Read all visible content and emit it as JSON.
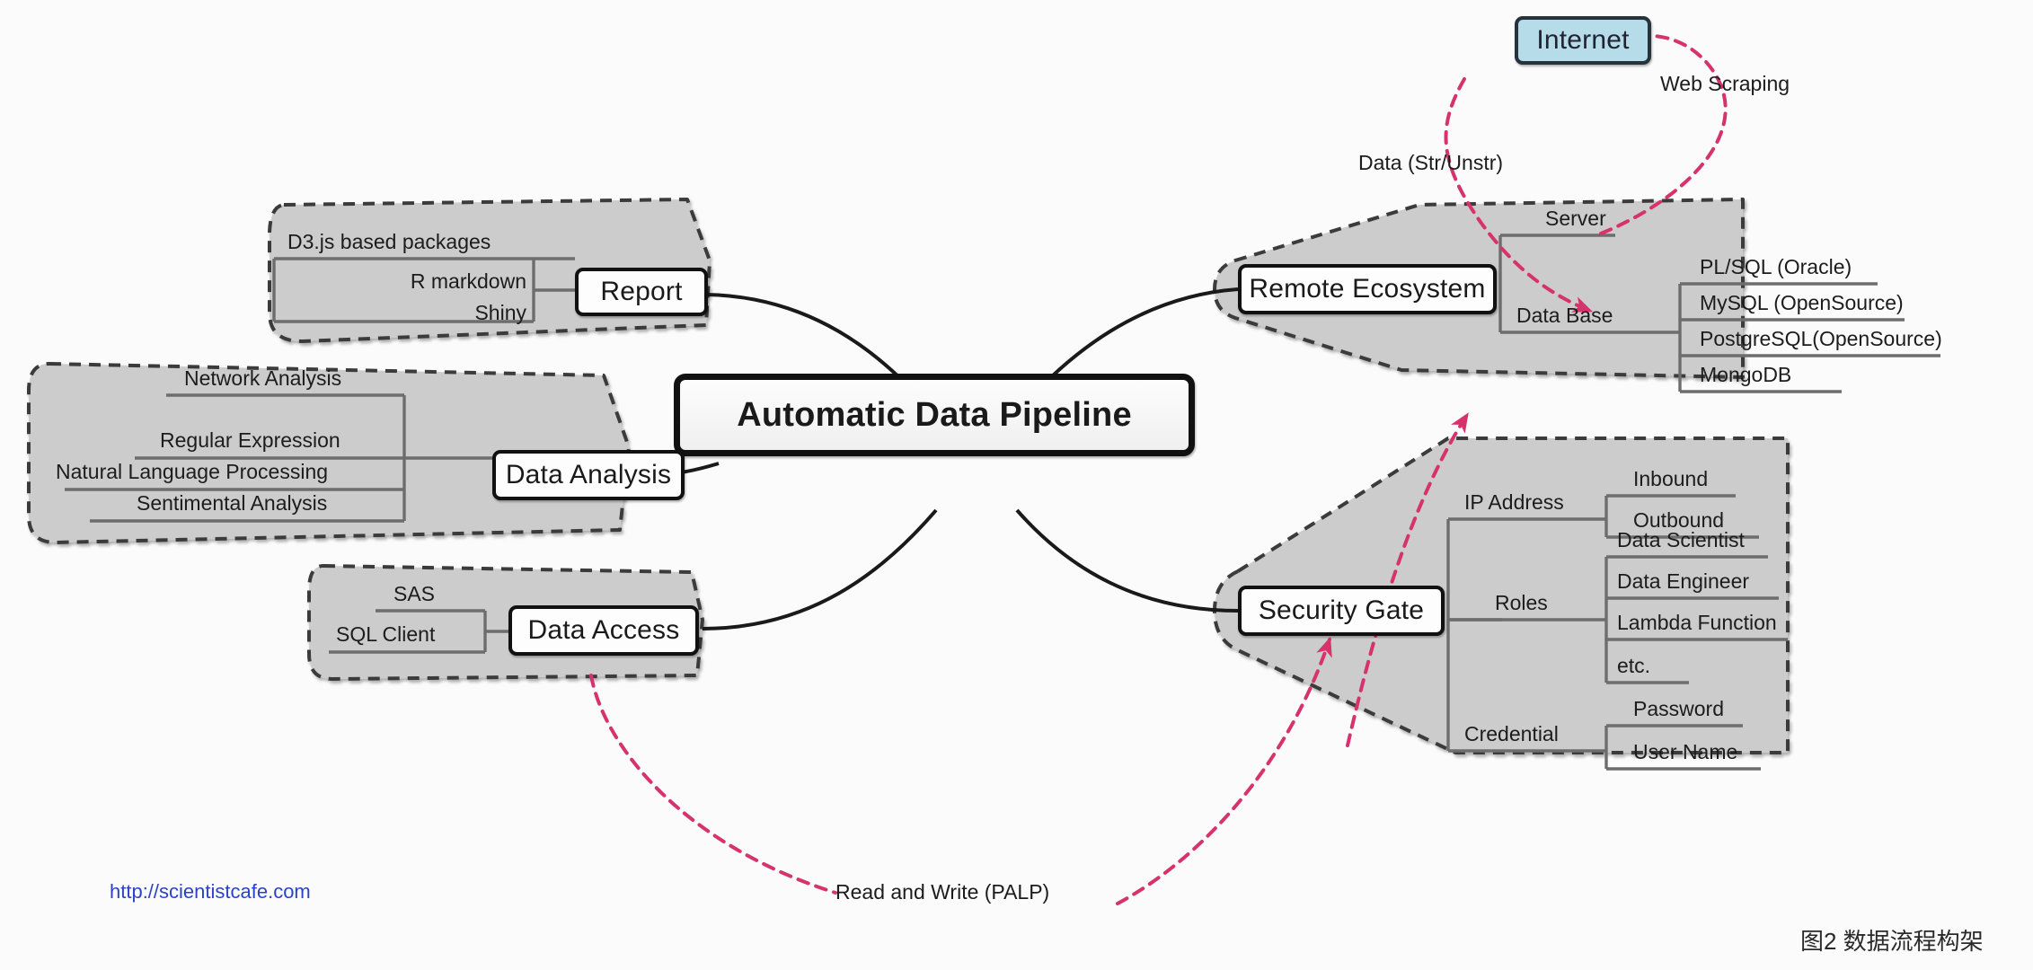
{
  "figure": {
    "caption": "图2  数据流程构架",
    "source_url": "http://scientistcafe.com"
  },
  "central": {
    "label": "Automatic Data Pipeline"
  },
  "external": {
    "internet": "Internet"
  },
  "branches": [
    {
      "id": "report",
      "label": "Report",
      "side": "left",
      "children": [
        {
          "label": "D3.js based packages"
        },
        {
          "label": "R markdown"
        },
        {
          "label": "Shiny"
        }
      ]
    },
    {
      "id": "data-analysis",
      "label": "Data Analysis",
      "side": "left",
      "children": [
        {
          "label": "Network Analysis"
        },
        {
          "label": "Regular Expression"
        },
        {
          "label": "Natural Language Processing"
        },
        {
          "label": "Sentimental Analysis"
        }
      ]
    },
    {
      "id": "data-access",
      "label": "Data Access",
      "side": "left",
      "children": [
        {
          "label": "SAS"
        },
        {
          "label": "SQL Client"
        }
      ]
    },
    {
      "id": "remote-ecosystem",
      "label": "Remote Ecosystem",
      "side": "right",
      "children": [
        {
          "label": "Server",
          "children": []
        },
        {
          "label": "Data Base",
          "children": [
            {
              "label": "PL/SQL (Oracle)"
            },
            {
              "label": "MySQL (OpenSource)"
            },
            {
              "label": "PostgreSQL(OpenSource)"
            },
            {
              "label": "MongoDB"
            }
          ]
        }
      ]
    },
    {
      "id": "security-gate",
      "label": "Security Gate",
      "side": "right",
      "children": [
        {
          "label": "IP Address",
          "children": [
            {
              "label": "Inbound"
            },
            {
              "label": "Outbound"
            }
          ]
        },
        {
          "label": "Roles",
          "children": [
            {
              "label": "Data Scientist"
            },
            {
              "label": "Data Engineer"
            },
            {
              "label": "Lambda Function"
            },
            {
              "label": "etc."
            }
          ]
        },
        {
          "label": "Credential",
          "children": [
            {
              "label": "Password"
            },
            {
              "label": "User Name"
            }
          ]
        }
      ]
    }
  ],
  "flow_annotations": [
    {
      "id": "web-scraping",
      "label": "Web Scraping"
    },
    {
      "id": "data-str-unstr",
      "label": "Data (Str/Unstr)"
    },
    {
      "id": "read-and-write",
      "label": "Read and Write (PALP)"
    }
  ],
  "colors": {
    "cluster_fill": "#cccccc",
    "cluster_border": "#3a3a3a",
    "node_border": "#111111",
    "internet_fill": "#b5dce8",
    "flow_arrow": "#d6336c",
    "link": "#1a1a1a",
    "url_text": "#2b43c8"
  }
}
